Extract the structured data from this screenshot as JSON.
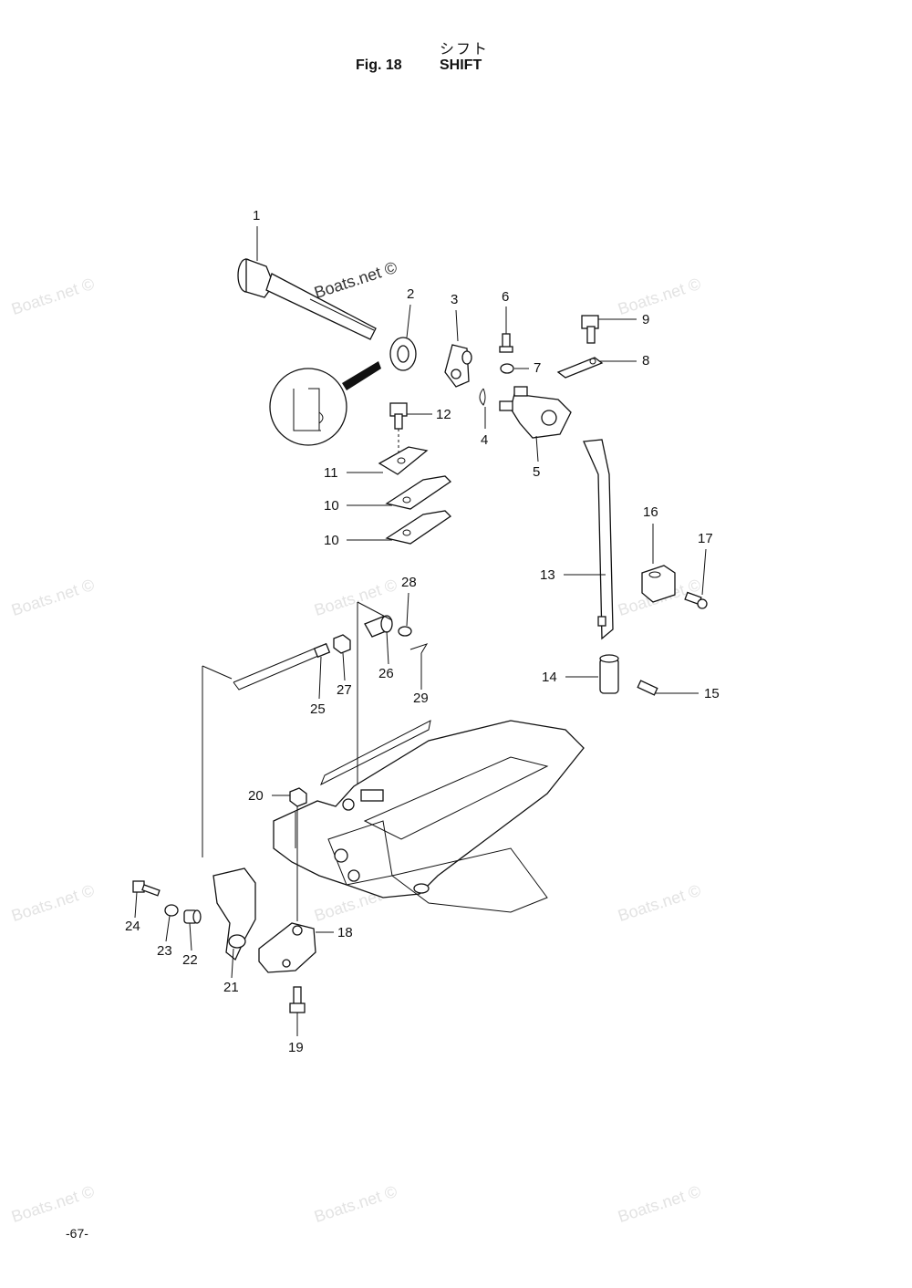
{
  "header": {
    "title_japanese": "シフト",
    "figure_label": "Fig. 18",
    "title": "SHIFT"
  },
  "watermark_text": "Boats.net ©",
  "page_number": "-67-",
  "callouts": [
    "1",
    "2",
    "3",
    "4",
    "5",
    "6",
    "7",
    "8",
    "9",
    "10",
    "10",
    "11",
    "12",
    "13",
    "14",
    "15",
    "16",
    "17",
    "18",
    "19",
    "20",
    "21",
    "22",
    "23",
    "24",
    "25",
    "26",
    "27",
    "28",
    "29"
  ]
}
